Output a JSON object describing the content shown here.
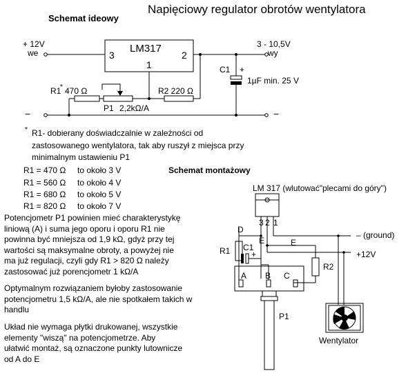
{
  "title": "Napięciowy regulator obrotów wentylatora",
  "schematic": {
    "heading": "Schemat ideowy",
    "in_voltage": "+ 12V",
    "in_label": "we",
    "out_voltage": "3 - 10,5V",
    "out_label": "wy",
    "ic_name": "LM317",
    "pin_in": "3",
    "pin_out": "2",
    "pin_adj": "1",
    "r1_label": "R1",
    "r1_asterisk": "*",
    "r1_value": "470 Ω",
    "r2_label": "R2  220 Ω",
    "p1_label": "P1",
    "p1_value": "2,2kΩ/A",
    "c1_label": "C1",
    "c1_plus": "+",
    "c1_value": "1µF  min. 25 V",
    "minus_left": "−",
    "minus_right": "−"
  },
  "note": {
    "asterisk": "*",
    "lines": [
      "R1- dobierany doświadczalnie w zależności od",
      "zastosowanego  wentylatora, tak aby ruszył z miejsca przy",
      "minimalnym ustawieniu P1"
    ]
  },
  "table": [
    {
      "r": "R1 = 470 Ω",
      "v": "to około 3 V"
    },
    {
      "r": "R1 = 560 Ω",
      "v": "to około 4 V"
    },
    {
      "r": "R1 = 680 Ω",
      "v": "to około 5 V"
    },
    {
      "r": "R1 = 820 Ω",
      "v": "to około 7 V"
    }
  ],
  "paragraphs": [
    [
      "Potencjometr P1 powinien mieć charakterystykę",
      "liniową (A) i suma jego oporu i oporu R1 nie",
      "powinna być mniejsza od 1,9 kΩ, gdyż przy tej",
      "wartości są maksymalne obroty, a powyżej nie",
      "ma już regulacji, czyli gdy R1 > 820 Ω należy",
      "zastosować już porencjometr 1 kΩ/A"
    ],
    [
      "Optymalnym rozwiązaniem byłoby zastosowanie",
      "potencjometru 1,5 kΩ/A, ale nie spotkałem takich w",
      "handlu"
    ],
    [
      "Układ nie wymaga płytki drukowanej, wszystkie",
      "elementy \"wiszą\" na potencjometrze. Aby",
      "ułatwić montaż, są oznaczone punkty lutownicze",
      "od A do E"
    ]
  ],
  "assembly": {
    "heading": "Schemat montażowy",
    "ic_label": "LM 317 (wlutować\"plecami do góry\")",
    "pins": [
      "3",
      "2",
      "1"
    ],
    "ground": "– (ground)",
    "plus12": "+12V",
    "pt_a": "A",
    "pt_b": "B",
    "pt_c": "C",
    "pt_d": "D",
    "pt_e": "E",
    "r1": "R1",
    "r2": "R2",
    "c1": "C1",
    "c1_plus": "+",
    "p1": "P1",
    "fan": "Wentylator"
  }
}
